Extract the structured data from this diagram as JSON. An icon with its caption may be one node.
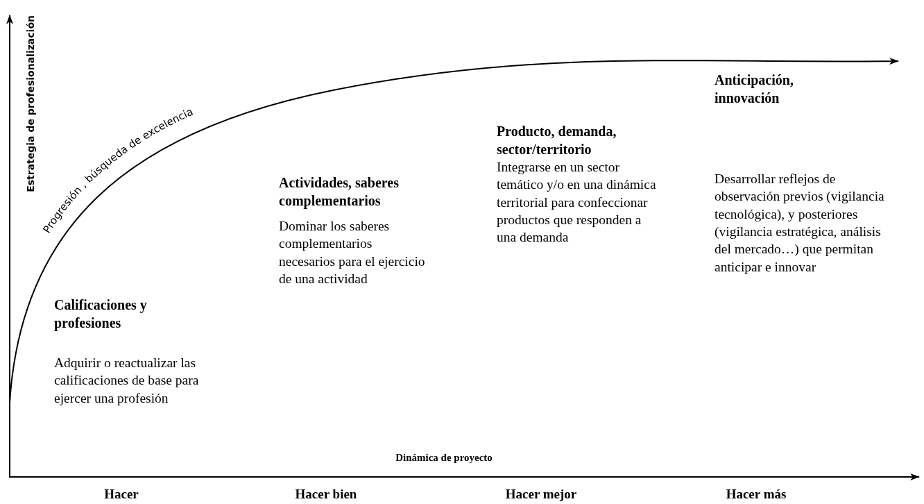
{
  "diagram": {
    "labels": [
      "Estrategia de profesionalización",
      "Progresión , búsqueda de excelencia",
      "Calificaciones y profesiones",
      "Adquirir o reactualizar las calificaciones de base para ejercer una profesión",
      "Actividades, saberes complementarios",
      "Dominar los saberes complementarios necesarios para el ejercicio de una actividad",
      "Producto, demanda, sector/territorio",
      "Integrarse en un sector temático y/o en una dinámica territorial para confeccionar productos que responden a una demanda",
      "Anticipación, innovación",
      "Desarrollar reflejos de observación previos (vigilancia tecnológica), y posteriores (vigilancia estratégica, análisis del mercado…) que permitan anticipar e innovar",
      "Dinámica de proyecto",
      "Hacer",
      "Hacer bien",
      "Hacer mejor",
      "Hacer más"
    ]
  }
}
